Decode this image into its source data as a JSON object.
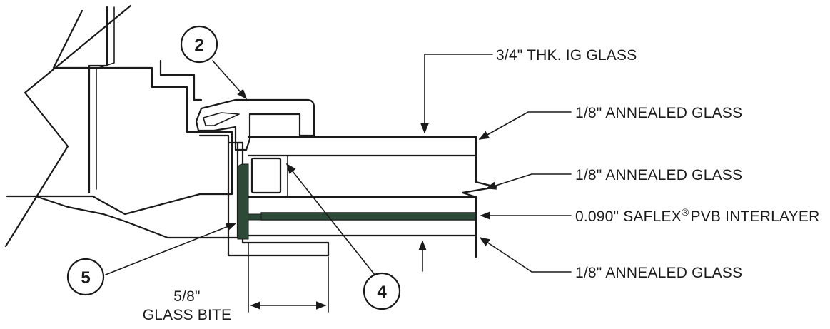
{
  "callouts": {
    "c2": "2",
    "c4": "4",
    "c5": "5"
  },
  "labels": {
    "ig_glass": "3/4\" THK. IG GLASS",
    "annealed_top": "1/8\" ANNEALED GLASS",
    "annealed_mid": "1/8\" ANNEALED GLASS",
    "interlayer_pre": "0.090\" SAFLEX",
    "interlayer_reg": "®",
    "interlayer_post": "PVB INTERLAYER",
    "annealed_bottom": "1/8\" ANNEALED GLASS",
    "bite_value": "5/8\"",
    "bite_label": "GLASS BITE"
  },
  "colors": {
    "line": "#1a1a1a",
    "sealant": "#2d4a38",
    "background": "#ffffff"
  }
}
